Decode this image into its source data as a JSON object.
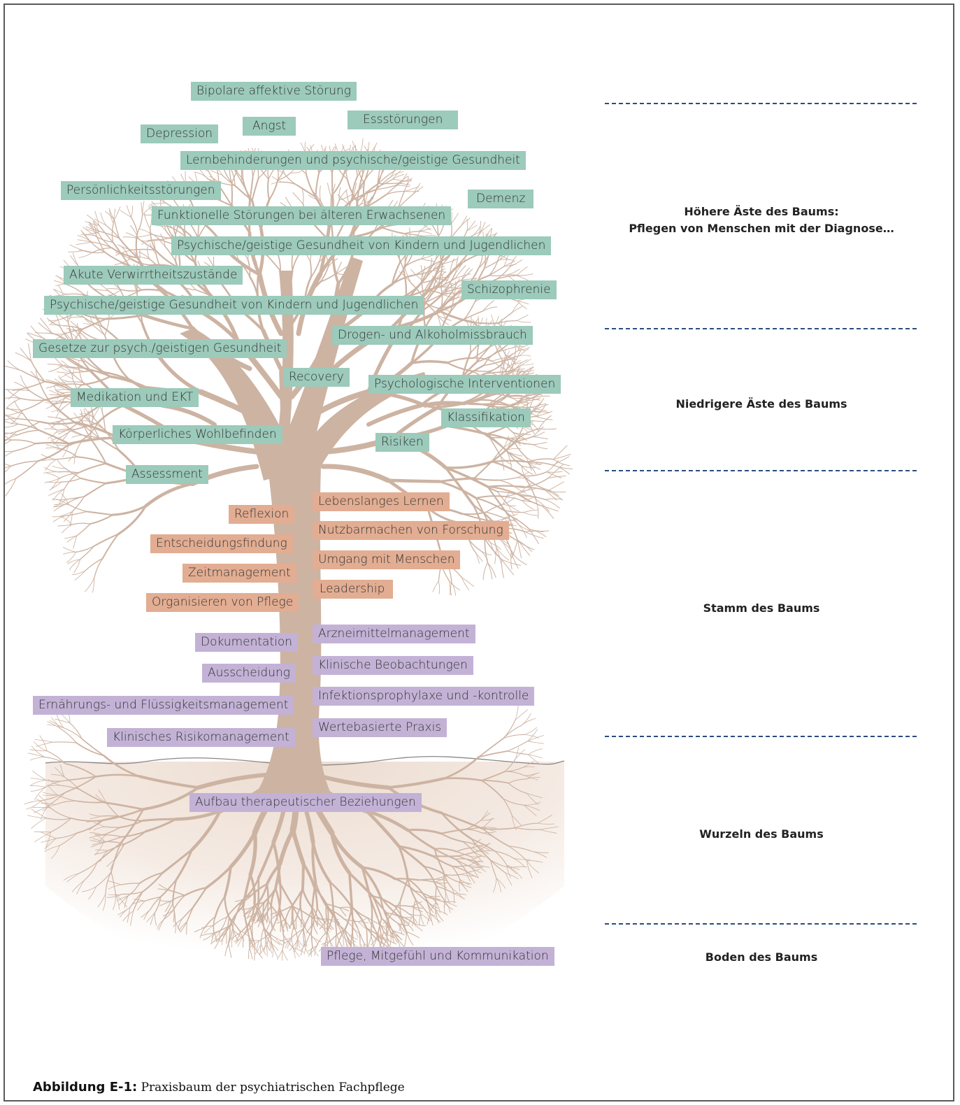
{
  "diagram": {
    "crown_labels": [
      "Bipolare affektive Störung",
      "Essstörungen",
      "Angst",
      "Depression",
      "Lernbehinderungen und psychische/geistige Gesundheit",
      "Persönlichkeitsstörungen",
      "Demenz",
      "Funktionelle Störungen bei älteren Erwachsenen",
      "Psychische/geistige Gesundheit von Kindern und Jugendlichen",
      "Akute Verwirrtheitszustände",
      "Schizophrenie",
      "Psychische/geistige Gesundheit von Kindern und Jugendlichen",
      "Drogen- und Alkoholmissbrauch",
      "Gesetze zur psych./geistigen Gesundheit",
      "Recovery",
      "Psychologische Interventionen",
      "Medikation und EKT",
      "Klassifikation",
      "Körperliches Wohlbefinden",
      "Risiken",
      "Assessment"
    ],
    "trunk_upper_labels": [
      "Lebenslanges Lernen",
      "Reflexion",
      "Nutzbarmachen von Forschung",
      "Entscheidungsfindung",
      "Umgang mit Menschen",
      "Zeitmanagement",
      "Leadership",
      "Organisieren von Pflege"
    ],
    "trunk_lower_labels": [
      "Arzneimittelmanagement",
      "Dokumentation",
      "Klinische Beobachtungen",
      "Ausscheidung",
      "Infektionsprophylaxe und -kontrolle",
      "Ernährungs- und Flüssigkeitsmanagement",
      "Wertebasierte Praxis",
      "Klinisches Risikomanagement"
    ],
    "root_labels": [
      "Aufbau therapeutischer Beziehungen",
      "Pflege, Mitgefühl und Kommunikation"
    ],
    "zones": [
      "Höhere Äste des Baums:\nPflegen von Menschen mit der Diagnose…",
      "Niedrigere Äste des Baums",
      "Stamm des Baums",
      "Wurzeln des Baums",
      "Boden des Baums"
    ],
    "caption_label": "Abbildung E-1:",
    "caption_text": " Praxisbaum der psychiatrischen Fachpflege",
    "colors": {
      "crown_label": "#9ccabb",
      "trunk_upper_label": "#e2ad92",
      "trunk_lower_label": "#c3b2d6",
      "tree": "#cdb3a2",
      "divider": "#2b4c80"
    }
  }
}
